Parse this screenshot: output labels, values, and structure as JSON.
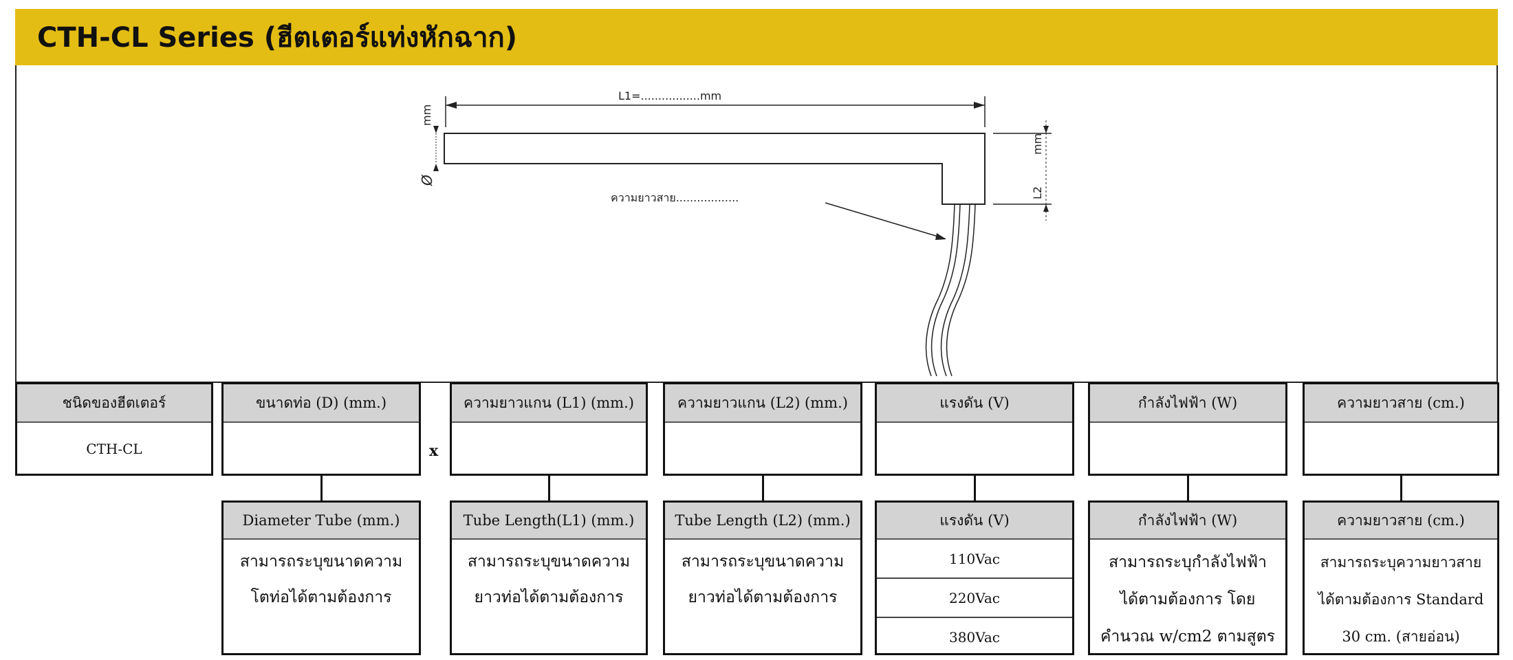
{
  "header": {
    "title": "CTH-CL Series (ฮีตเตอร์แท่งหักฉาก)"
  },
  "diagram": {
    "l1_label": "L1=.................mm",
    "d_unit": "mm",
    "d_symbol": "Ø",
    "l2_unit": "mm",
    "l2_symbol": "L2",
    "wire_label": "ความยาวสาย.................."
  },
  "top_row": [
    {
      "header": "ชนิดของฮีตเตอร์",
      "value": "CTH-CL"
    },
    {
      "header": "ขนาดท่อ (D) (mm.)",
      "value": ""
    },
    {
      "header": "ความยาวแกน (L1) (mm.)",
      "value": ""
    },
    {
      "header": "ความยาวแกน (L2) (mm.)",
      "value": ""
    },
    {
      "header": "แรงดัน (V)",
      "value": ""
    },
    {
      "header": "กำลังไฟฟ้า (W)",
      "value": ""
    },
    {
      "header": "ความยาวสาย (cm.)",
      "value": ""
    }
  ],
  "separator": "x",
  "bottom_row": {
    "diameter": {
      "header": "Diameter Tube (mm.)",
      "lines": [
        "สามารถระบุขนาดความ",
        "โตท่อได้ตามต้องการ"
      ]
    },
    "l1": {
      "header": "Tube Length(L1) (mm.)",
      "lines": [
        "สามารถระบุขนาดความ",
        "ยาวท่อได้ตามต้องการ"
      ]
    },
    "l2": {
      "header": "Tube Length (L2) (mm.)",
      "lines": [
        "สามารถระบุขนาดความ",
        "ยาวท่อได้ตามต้องการ"
      ]
    },
    "voltage": {
      "header": "แรงดัน (V)",
      "options": [
        "110Vac",
        "220Vac",
        "380Vac"
      ]
    },
    "power": {
      "header": "กำลังไฟฟ้า (W)",
      "lines": [
        "สามารถระบุกำลังไฟฟ้า",
        "ได้ตามต้องการ โดย",
        "คำนวณ w/cm2 ตามสูตร"
      ]
    },
    "wire": {
      "header": "ความยาวสาย (cm.)",
      "lines": [
        "สามารถระบุความยาวสาย",
        "ได้ตามต้องการ  Standard",
        "30 cm. (สายอ่อน)"
      ]
    }
  }
}
